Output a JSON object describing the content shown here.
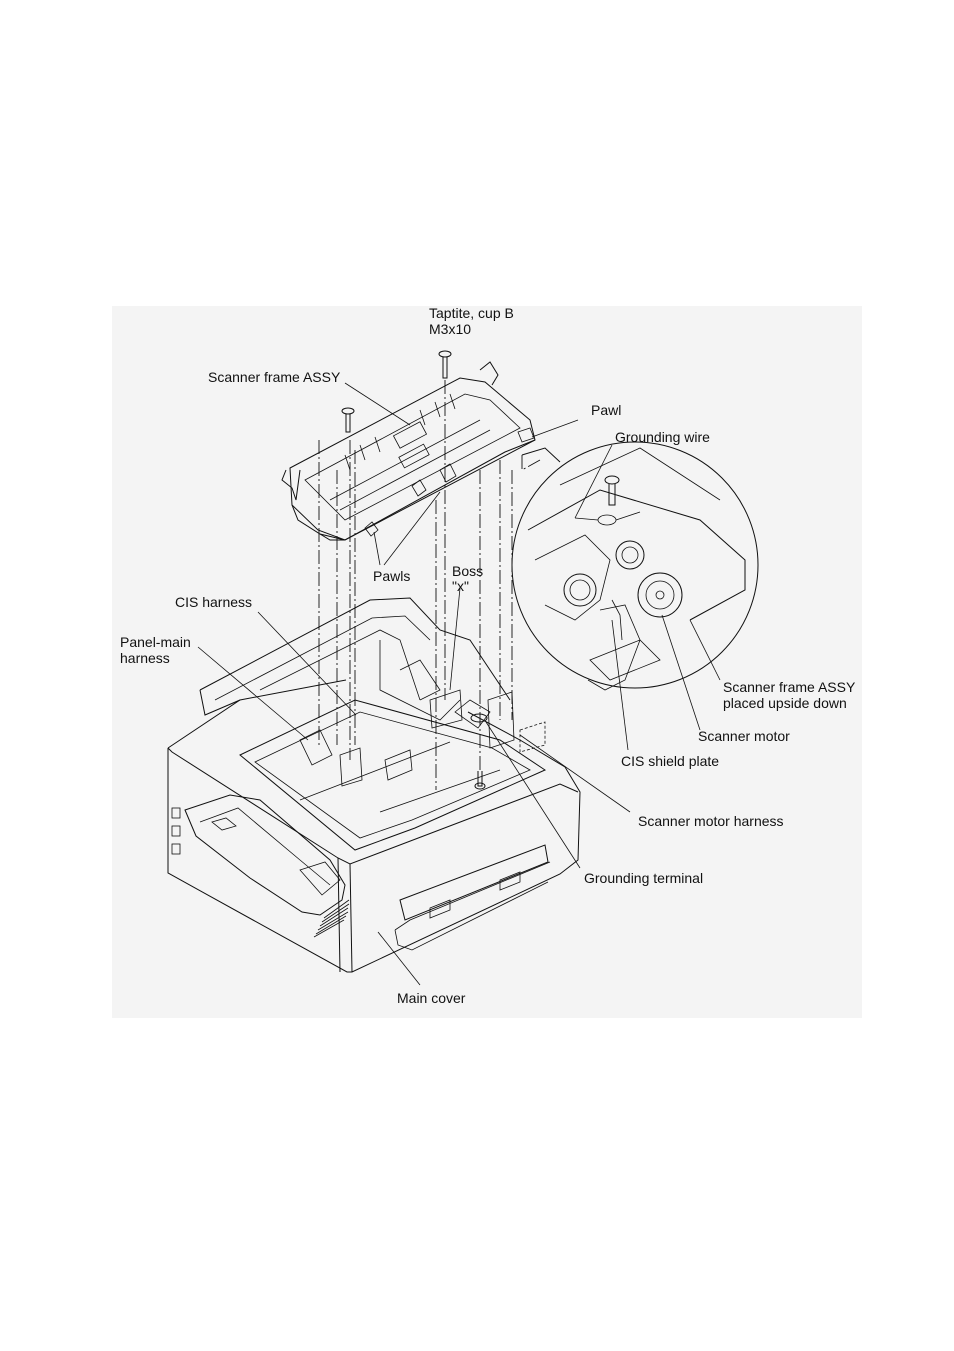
{
  "figure": {
    "background": "#ffffff",
    "panel_background": "#f4f4f4",
    "line_color": "#111111"
  },
  "labels": {
    "screw_top": "Taptite, cup B",
    "screw_top_size": "M3x10",
    "scanner_frame": "Scanner frame ASSY",
    "pawl": "Pawl",
    "grounding_wire": "Grounding wire",
    "pawls": "Pawls",
    "boss": "Boss",
    "boss_x": "\"x\"",
    "cis_harness": "CIS harness",
    "panel_main_1": "Panel-main",
    "panel_main_2": "harness",
    "scanner_frame_upside_1": "Scanner frame ASSY",
    "scanner_frame_upside_2": "placed upside down",
    "scanner_motor": "Scanner motor",
    "cis_shield_plate": "CIS shield plate",
    "scanner_motor_harness": "Scanner motor harness",
    "grounding_terminal": "Grounding terminal",
    "main_cover": "Main cover"
  }
}
